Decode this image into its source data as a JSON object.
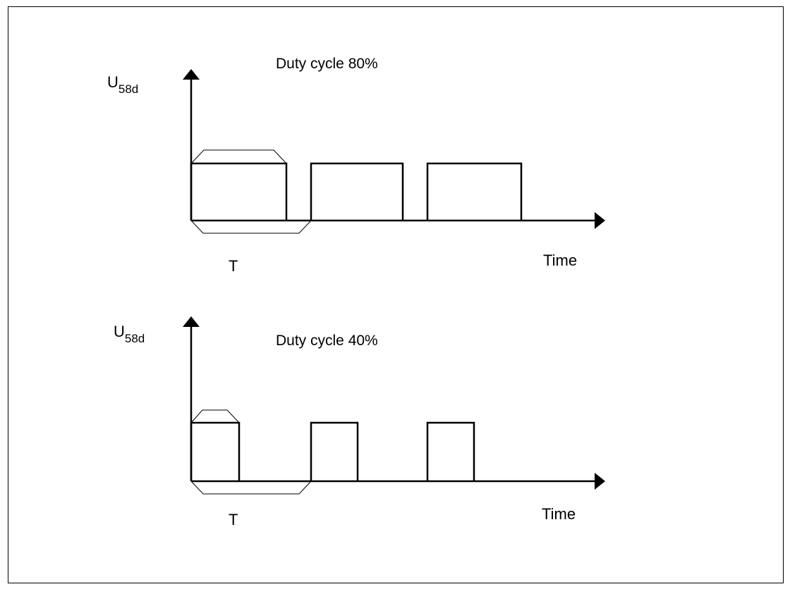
{
  "diagram_top": {
    "title": "Duty cycle 80%",
    "y_label_main": "U",
    "y_label_sub": "58d",
    "x_label": "Time",
    "period_label": "T"
  },
  "diagram_bottom": {
    "title": "Duty cycle 40%",
    "y_label_main": "U",
    "y_label_sub": "58d",
    "x_label": "Time",
    "period_label": "T"
  }
}
